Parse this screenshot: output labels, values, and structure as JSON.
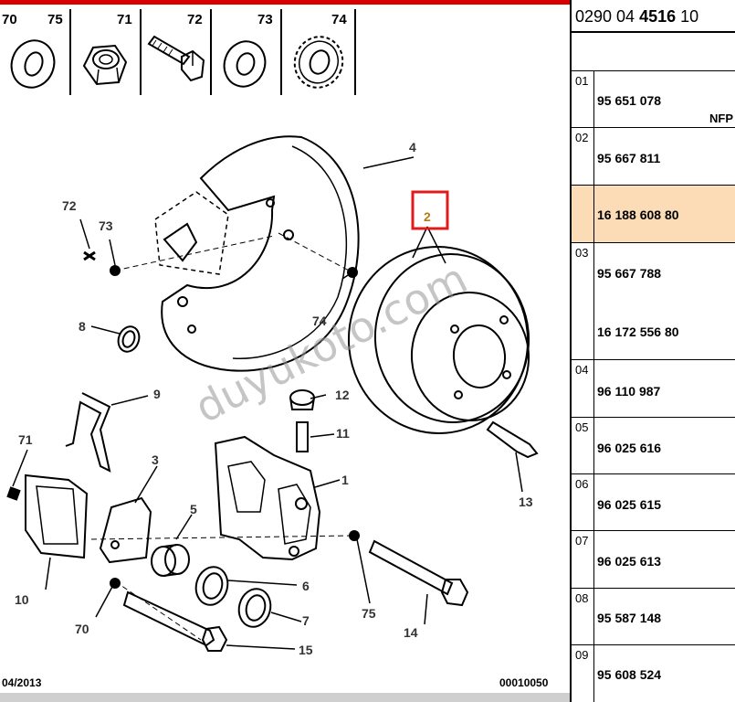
{
  "header_parts": [
    {
      "num": "70",
      "icon": "washer-icon"
    },
    {
      "num": "75",
      "icon": "washer-icon"
    },
    {
      "num": "71",
      "icon": "nut-icon"
    },
    {
      "num": "72",
      "icon": "bolt-icon"
    },
    {
      "num": "73",
      "icon": "washer-icon"
    },
    {
      "num": "74",
      "icon": "serrated-washer-icon"
    }
  ],
  "callouts": {
    "c1": "1",
    "c2": "2",
    "c3": "3",
    "c4": "4",
    "c5": "5",
    "c6": "6",
    "c7": "7",
    "c8": "8",
    "c9": "9",
    "c10": "10",
    "c11": "11",
    "c12": "12",
    "c13": "13",
    "c14": "14",
    "c15": "15",
    "c70": "70",
    "c71": "71",
    "c72": "72",
    "c73": "73",
    "c74": "74",
    "c75": "75"
  },
  "watermark": "duyukoto.com",
  "footer": {
    "date": "04/2013",
    "code": "00010050"
  },
  "reference": {
    "prefix": "0290 04 ",
    "bold": "4516",
    "suffix": " 10"
  },
  "rows": [
    {
      "num": "01",
      "parts": [
        "95 651 078"
      ],
      "note": "NFP",
      "highlight": false
    },
    {
      "num": "02",
      "parts": [
        "95 667 811"
      ],
      "note": "",
      "highlight": false
    },
    {
      "num": "",
      "parts": [
        "16 188 608 80"
      ],
      "note": "",
      "highlight": true
    },
    {
      "num": "03",
      "parts": [
        "95 667 788",
        "16 172 556 80"
      ],
      "note": "",
      "highlight": false
    },
    {
      "num": "04",
      "parts": [
        "96 110 987"
      ],
      "note": "",
      "highlight": false
    },
    {
      "num": "05",
      "parts": [
        "96 025 616"
      ],
      "note": "",
      "highlight": false
    },
    {
      "num": "06",
      "parts": [
        "96 025 615"
      ],
      "note": "",
      "highlight": false
    },
    {
      "num": "07",
      "parts": [
        "96 025 613"
      ],
      "note": "",
      "highlight": false
    },
    {
      "num": "08",
      "parts": [
        "95 587 148"
      ],
      "note": "",
      "highlight": false
    },
    {
      "num": "09",
      "parts": [
        "95 608 524"
      ],
      "note": "",
      "highlight": false
    }
  ],
  "colors": {
    "accent_red": "#d90000",
    "highlight": "#fbdcb6",
    "callout_box": "#e11b1b"
  }
}
